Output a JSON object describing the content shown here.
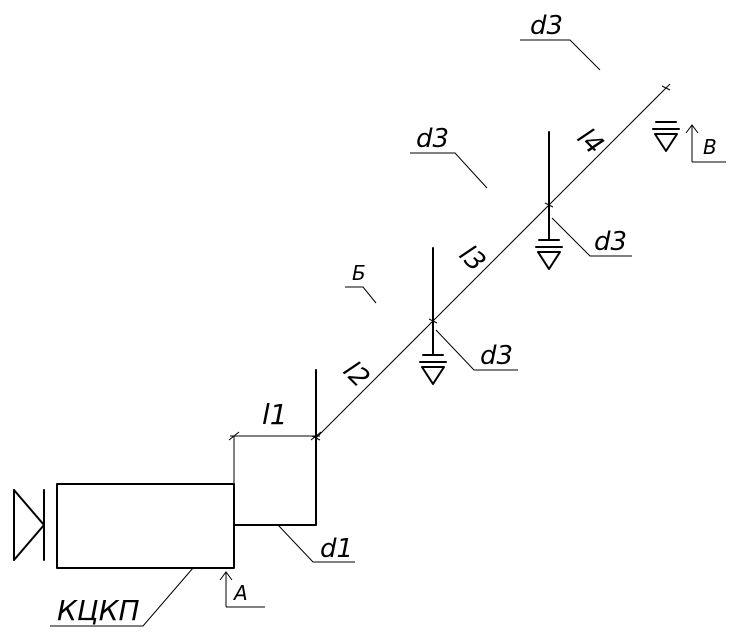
{
  "labels": {
    "d3_top": "d3",
    "d3_upper": "d3",
    "d3_right": "d3",
    "d3_lower": "d3",
    "d1": "d1",
    "l1": "l1",
    "l2": "l2",
    "l3": "l3",
    "l4": "l4",
    "b": "Б",
    "a": "А",
    "v": "В",
    "kckp": "КЦКП"
  }
}
